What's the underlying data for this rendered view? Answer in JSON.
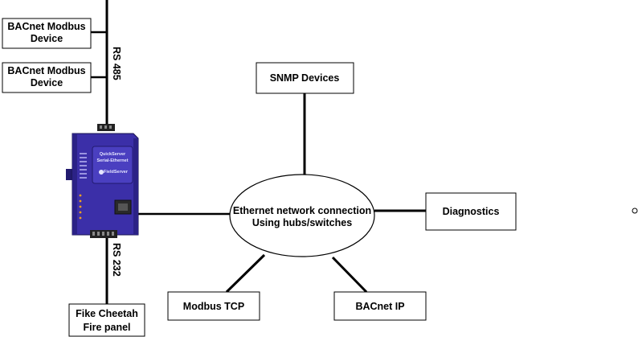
{
  "rs485": {
    "label": "RS 485",
    "devices": [
      {
        "line1": "BACnet Modbus",
        "line2": "Device"
      },
      {
        "line1": "BACnet Modbus",
        "line2": "Device"
      }
    ]
  },
  "rs232": {
    "label": "RS 232",
    "device": {
      "line1": "Fike Cheetah",
      "line2": "Fire panel"
    }
  },
  "gateway": {
    "name": "QuickServer",
    "subtitle": "Serial-Ethernet",
    "brand": "FieldServer"
  },
  "network": {
    "line1": "Ethernet network connection",
    "line2": "Using hubs/switches"
  },
  "endpoints": {
    "snmp": "SNMP Devices",
    "diagnostics": "Diagnostics",
    "modbus_tcp": "Modbus TCP",
    "bacnet_ip": "BACnet IP"
  },
  "colors": {
    "device_body": "#3b2fa8",
    "device_dark": "#221a6e",
    "device_light": "#5a4ecf",
    "line": "#000000"
  }
}
